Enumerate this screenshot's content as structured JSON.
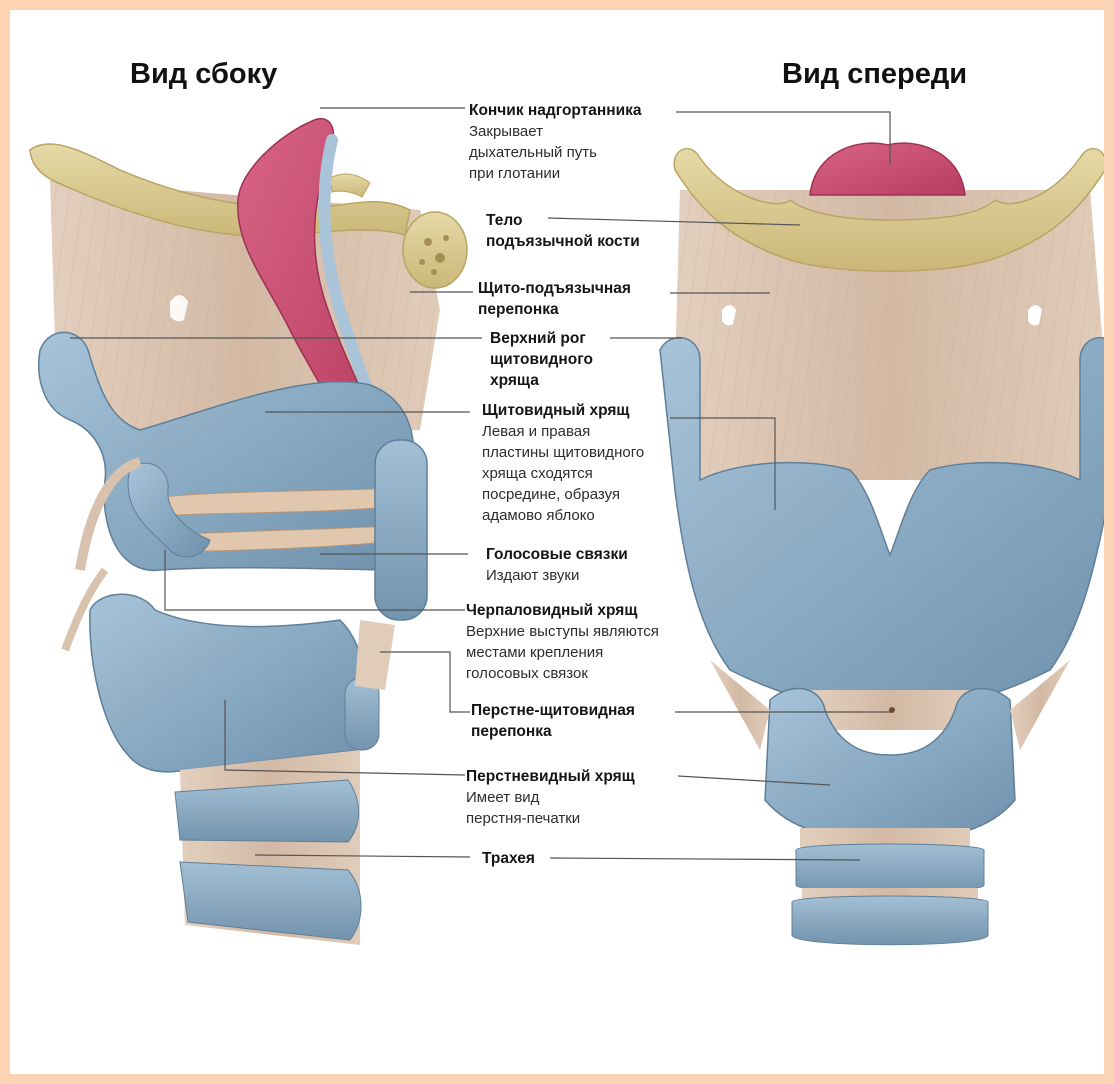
{
  "titles": {
    "side": "Вид сбоку",
    "front": "Вид спереди"
  },
  "labels": {
    "epiglottis_tip": {
      "title": [
        "Кончик надгортанника"
      ],
      "desc": [
        "Закрывает",
        "дыхательный путь",
        "при глотании"
      ]
    },
    "hyoid_body": {
      "title": [
        "Тело",
        "подъязычной кости"
      ],
      "desc": []
    },
    "thyrohyoid_membrane": {
      "title": [
        "Щито-подъязычная",
        "перепонка"
      ],
      "desc": []
    },
    "superior_horn": {
      "title": [
        "Верхний рог",
        "щитовидного",
        "хряща"
      ],
      "desc": []
    },
    "thyroid_cartilage": {
      "title": [
        "Щитовидный хрящ"
      ],
      "desc": [
        "Левая и правая",
        "пластины щитовидного",
        "хряща сходятся",
        "посредине, образуя",
        "адамово яблоко"
      ]
    },
    "vocal_cords": {
      "title": [
        "Голосовые связки"
      ],
      "desc": [
        "Издают звуки"
      ]
    },
    "arytenoid_cartilage": {
      "title": [
        "Черпаловидный хрящ"
      ],
      "desc": [
        "Верхние выступы являются",
        "местами крепления",
        "голосовых связок"
      ]
    },
    "cricothyroid_membrane": {
      "title": [
        "Перстне-щитовидная",
        "перепонка"
      ],
      "desc": []
    },
    "cricoid_cartilage": {
      "title": [
        "Перстневидный хрящ"
      ],
      "desc": [
        "Имеет вид",
        "перстня-печатки"
      ]
    },
    "trachea": {
      "title": [
        "Трахея"
      ],
      "desc": []
    }
  },
  "colors": {
    "page_border": "#fbd3b5",
    "cartilage": "#8fb0c9",
    "bone": "#d9c98e",
    "epiglottis": "#c84a6e",
    "membrane": "#d8c2ae",
    "leader_line": "#555555"
  }
}
